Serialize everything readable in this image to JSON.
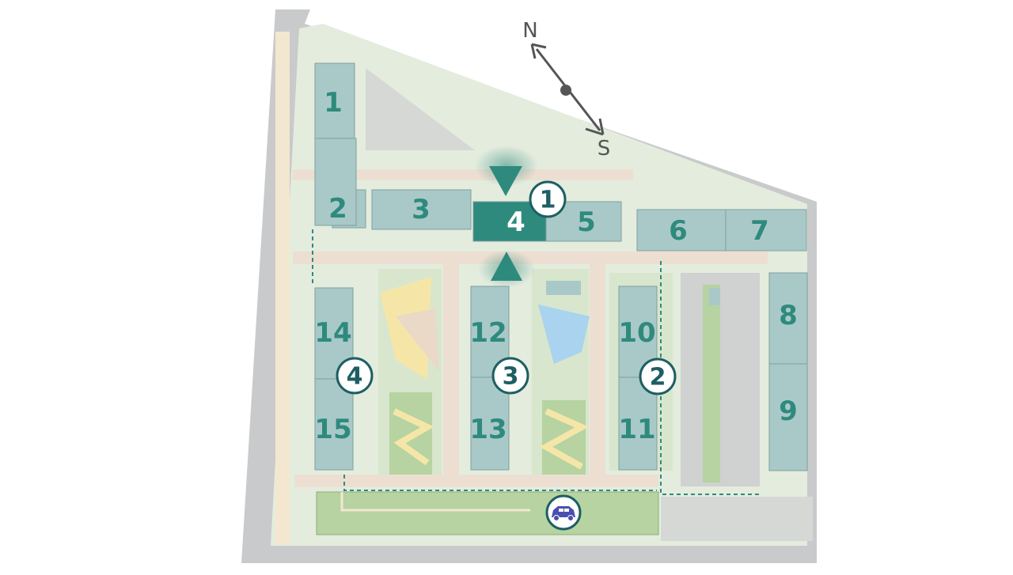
{
  "compass": {
    "north": "N",
    "south": "S"
  },
  "buildings": [
    {
      "id": "1",
      "label": "1"
    },
    {
      "id": "2",
      "label": "2"
    },
    {
      "id": "3",
      "label": "3"
    },
    {
      "id": "4",
      "label": "4",
      "selected": true
    },
    {
      "id": "5",
      "label": "5"
    },
    {
      "id": "6",
      "label": "6"
    },
    {
      "id": "7",
      "label": "7"
    },
    {
      "id": "8",
      "label": "8"
    },
    {
      "id": "9",
      "label": "9"
    },
    {
      "id": "10",
      "label": "10"
    },
    {
      "id": "11",
      "label": "11"
    },
    {
      "id": "12",
      "label": "12"
    },
    {
      "id": "13",
      "label": "13"
    },
    {
      "id": "14",
      "label": "14"
    },
    {
      "id": "15",
      "label": "15"
    }
  ],
  "sections": [
    {
      "id": "1",
      "label": "1"
    },
    {
      "id": "2",
      "label": "2"
    },
    {
      "id": "3",
      "label": "3"
    },
    {
      "id": "4",
      "label": "4"
    }
  ],
  "parking_icon": "car-icon",
  "colors": {
    "building": "#a9c9c8",
    "building_selected": "#2f8a7e",
    "building_text": "#2f8a7e",
    "section_badge": "#1d5f63",
    "road": "#c9cacb",
    "grass": "#dfead4",
    "path": "#f0e6d9",
    "park": "#b6d3a1",
    "pond": "#a9d3ee",
    "sand": "#f5e6a8",
    "car": "#4b4fb0"
  }
}
